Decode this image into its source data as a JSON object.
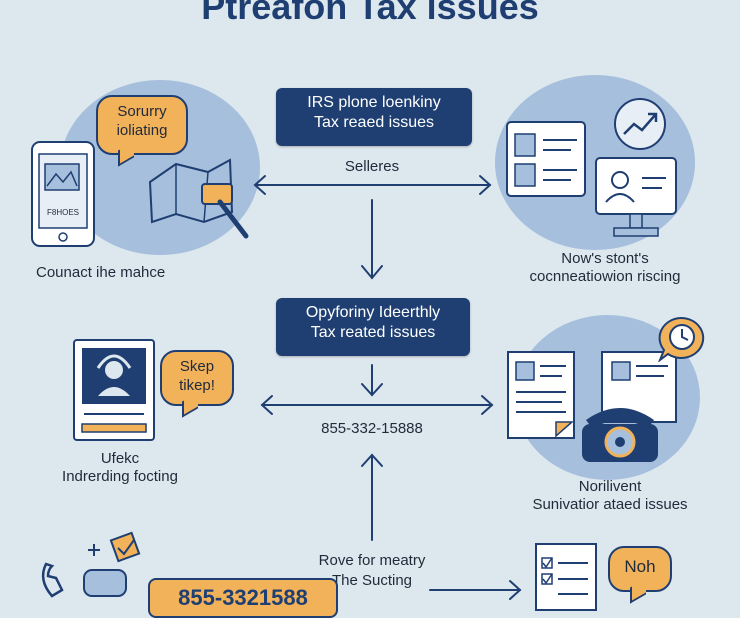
{
  "title": "Ptreafon Tax issues",
  "top_box": {
    "line1": "IRS plone loenkiny",
    "line2": "Tax reaed issues"
  },
  "mid_box": {
    "line1": "Opyforiny Ideerthly",
    "line2": "Tax reated issues"
  },
  "sellers": "Selleres",
  "phone_center": "855-332-15888",
  "bottom_center": {
    "line1": "Rove for meatry",
    "line2": "The Sucting"
  },
  "left_top": {
    "bubble": {
      "line1": "Sorurry",
      "line2": "ioliating"
    },
    "phone_label": "F8HOES",
    "caption": "Counact ihe mahce"
  },
  "right_top": {
    "caption_line1": "Now's stont's",
    "caption_line2": "cocnneatiowion riscing"
  },
  "left_mid": {
    "bubble": {
      "line1": "Skep",
      "line2": "tikep!"
    },
    "caption_line1": "Ufekc",
    "caption_line2": "Indrerding focting"
  },
  "right_mid": {
    "caption_line1": "Norilivent",
    "caption_line2": "Sunivatior ataed issues"
  },
  "left_bottom": {
    "banner": "855-3321588"
  },
  "right_bottom": {
    "bubble": "Noh"
  },
  "colors": {
    "navy": "#1f3f72",
    "orange": "#f2b25a",
    "blob": "#a6bfdc",
    "background": "#dde7ee"
  }
}
